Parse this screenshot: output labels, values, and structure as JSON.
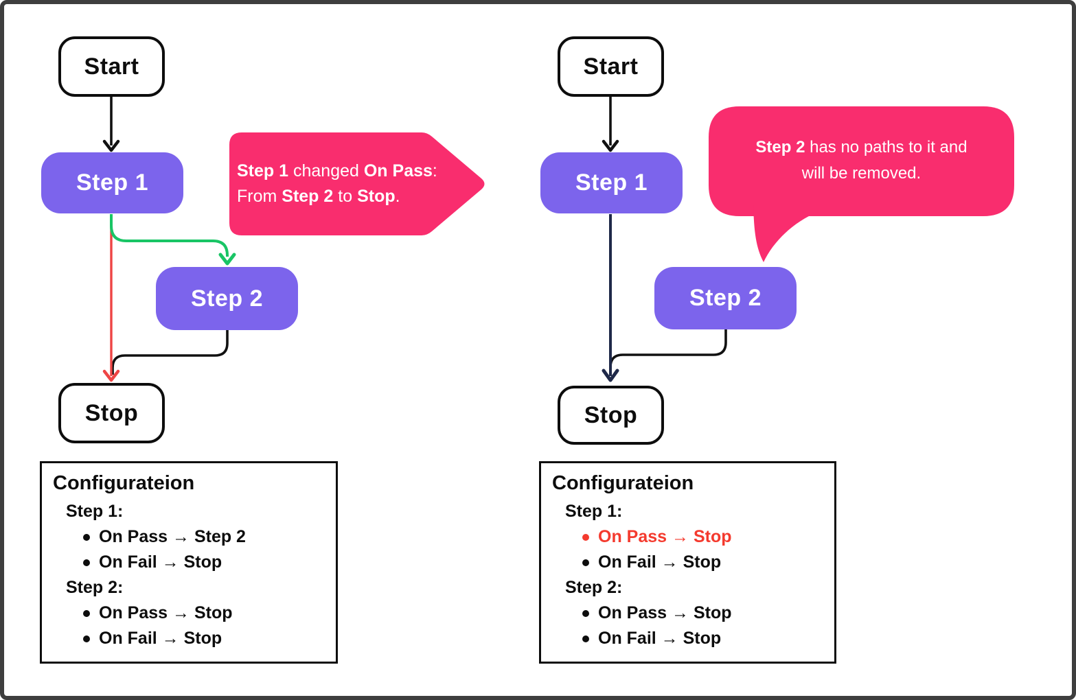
{
  "colors": {
    "purple": "#7C64EC",
    "pink": "#F92D6E",
    "green": "#19C565",
    "red": "#EE4545",
    "navy": "#1F2949",
    "ink": "#111111",
    "red-text": "#F43A2E",
    "frame": "#3E3E3E"
  },
  "left": {
    "start": "Start",
    "step1": "Step 1",
    "step2": "Step 2",
    "stop": "Stop",
    "callout": {
      "line1": {
        "b1": "Step 1",
        "t1": " changed ",
        "b2": "On Pass",
        "t2": ":"
      },
      "line2": {
        "t1": "From ",
        "b1": "Step 2",
        "t2": " to ",
        "b2": "Stop",
        "t3": "."
      }
    },
    "config": {
      "title": "Configurateion",
      "step1_label": "Step 1:",
      "step1_items": [
        "On Pass → Step 2",
        "On Fail → Stop"
      ],
      "step2_label": "Step 2:",
      "step2_items": [
        "On Pass → Stop",
        "On Fail → Stop"
      ]
    }
  },
  "right": {
    "start": "Start",
    "step1": "Step 1",
    "step2": "Step 2",
    "stop": "Stop",
    "bubble": {
      "line1": {
        "b1": "Step 2",
        "t1": " has no paths to it and"
      },
      "line2": {
        "t1": "will be removed."
      }
    },
    "config": {
      "title": "Configurateion",
      "step1_label": "Step 1:",
      "step1_items": [
        "On Pass → Stop",
        "On Fail → Stop"
      ],
      "step2_label": "Step 2:",
      "step2_items": [
        "On Pass → Stop",
        "On Fail → Stop"
      ]
    }
  }
}
